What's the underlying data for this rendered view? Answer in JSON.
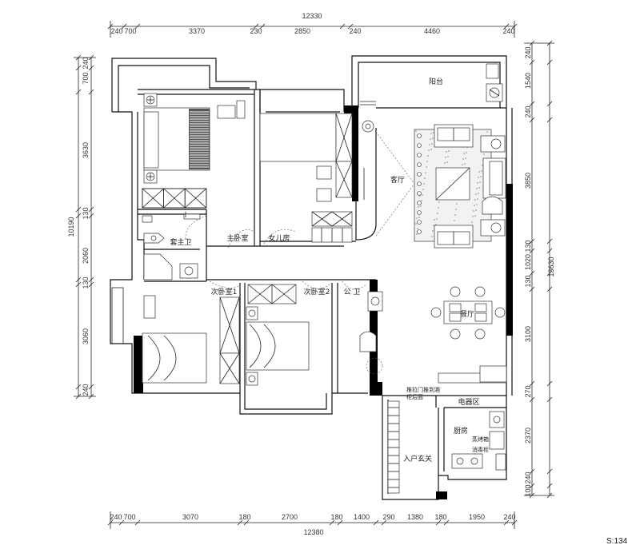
{
  "top_dimensions": {
    "total": "12330",
    "segments": [
      "240",
      "700",
      "3370",
      "230",
      "2850",
      "240",
      "4460",
      "240"
    ]
  },
  "bottom_dimensions": {
    "total": "12380",
    "segments": [
      "240",
      "700",
      "3070",
      "180",
      "2700",
      "180",
      "1400",
      "290",
      "1380",
      "180",
      "1950",
      "240"
    ]
  },
  "left_dimensions": {
    "total": "10190",
    "segments": [
      "240",
      "700",
      "3630",
      "130",
      "2060",
      "130",
      "3060",
      "240"
    ]
  },
  "right_dimensions": {
    "total": "13630",
    "segments": [
      "240",
      "1540",
      "240",
      "3850",
      "130",
      "1020",
      "130",
      "3100",
      "270",
      "2370",
      "240",
      "100"
    ]
  },
  "rooms": {
    "balcony": "阳台",
    "living": "客厅",
    "master_bedroom": "主卧室",
    "daughter_room": "女儿房",
    "master_bath": "套主卫",
    "second_bedroom_1": "次卧室1",
    "second_bedroom_2": "次卧室2",
    "public_bath": "公 卫",
    "dining": "餐厅",
    "kitchen": "厨房",
    "appliance_zone": "电器区",
    "entrance": "入户玄关",
    "sliding_door_note_1": "推拉门推到酒",
    "sliding_door_note_2": "柜后面",
    "oven_cabinet": "蒸烤箱",
    "sterilizer_cabinet": "消毒柜"
  },
  "scale_label": "S:134"
}
